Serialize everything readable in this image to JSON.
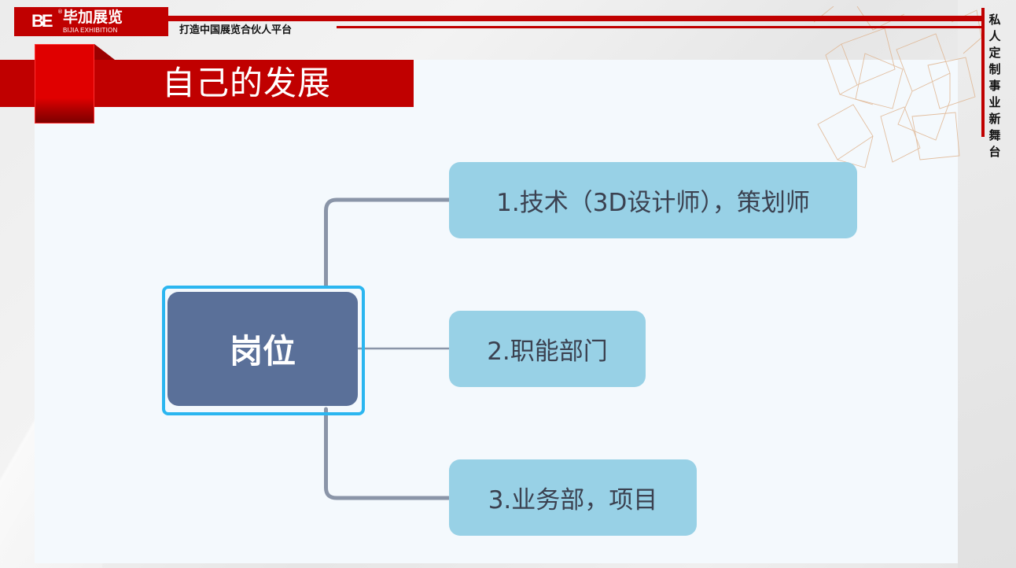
{
  "header": {
    "logo": {
      "mark": "BE",
      "registered": "®",
      "name_cn": "毕加展览",
      "name_en": "BIJIA EXHIBITION"
    },
    "slogan": "打造中国展览合伙人平台",
    "side_text": "私人定制事业新舞台"
  },
  "slide": {
    "title": "自己的发展"
  },
  "diagram": {
    "root": {
      "label": "岗位"
    },
    "children": [
      {
        "label": "1.技术（3D设计师），策划师"
      },
      {
        "label": "2.职能部门"
      },
      {
        "label": "3.业务部，项目"
      }
    ]
  },
  "colors": {
    "brand_red": "#c00000",
    "root_fill": "#5a7099",
    "root_outline": "#2bb6f0",
    "child_fill": "#98d1e6",
    "connector": "#8a95a8",
    "panel_bg": "#f4f9fd"
  }
}
